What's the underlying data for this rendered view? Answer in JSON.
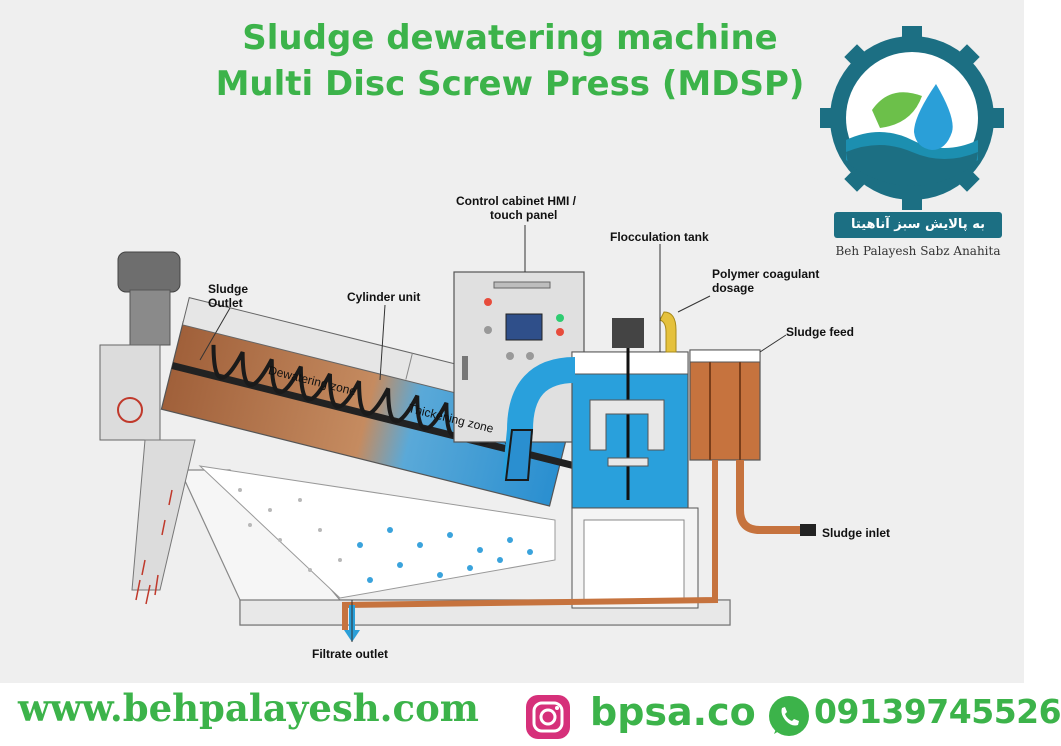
{
  "title": {
    "line1": "Sludge dewatering machine",
    "line2": "Multi Disc Screw Press (MDSP)"
  },
  "logo": {
    "persian_name": "به پالایش سبز آناهیتا",
    "english_name": "Beh Palayesh Sabz Anahita"
  },
  "labels": {
    "control_cabinet": "Control cabinet HMI /",
    "control_cabinet_2": "touch panel",
    "flocculation_tank": "Flocculation tank",
    "polymer": "Polymer coagulant",
    "polymer_2": "dosage",
    "sludge_feed": "Sludge feed",
    "sludge_outlet": "Sludge",
    "sludge_outlet_2": "Outlet",
    "cylinder_unit": "Cylinder unit",
    "dewatering_zone": "Dewatering zone",
    "thickening_zone": "Thickening zone",
    "sludge_inlet": "Sludge inlet",
    "filtrate_outlet": "Filtrate outlet"
  },
  "footer": {
    "website": "www.behpalayesh.com",
    "instagram": "bpsa.co",
    "phone": "09139745526"
  },
  "colors": {
    "brand_green": "#3cb34a",
    "water_blue": "#2a9fd8",
    "sludge_brown": "#b86a3c",
    "logo_teal": "#1c6f83"
  }
}
